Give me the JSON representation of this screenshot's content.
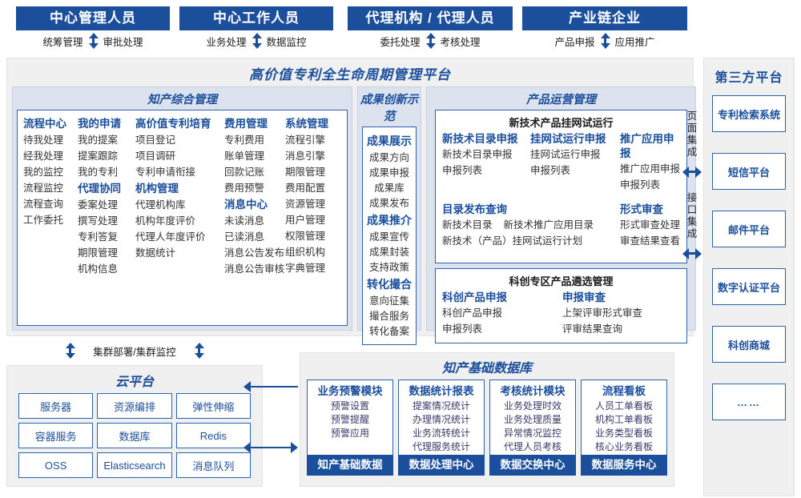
{
  "roles": [
    {
      "title": "中心管理人员",
      "left": "统筹管理",
      "right": "审批处理"
    },
    {
      "title": "中心工作人员",
      "left": "业务处理",
      "right": "数据监控"
    },
    {
      "title": "代理机构 / 代理人员",
      "left": "委托处理",
      "right": "考核处理"
    },
    {
      "title": "产业链企业",
      "left": "产品申报",
      "right": "应用推广"
    }
  ],
  "platform": {
    "title": "高价值专利全生命周期管理平台",
    "sections": {
      "ip_management": {
        "title": "知产综合管理",
        "columns": [
          {
            "groups": [
              {
                "head": "流程中心",
                "items": [
                  "待我处理",
                  "经我处理",
                  "我的监控",
                  "流程监控",
                  "流程查询",
                  "工作委托"
                ]
              }
            ]
          },
          {
            "groups": [
              {
                "head": "我的申请",
                "items": [
                  "我的提案",
                  "提案跟踪",
                  "我的专利"
                ]
              },
              {
                "head": "代理协同",
                "items": [
                  "委案处理",
                  "撰写处理",
                  "专利答复",
                  "期限管理",
                  "机构信息"
                ]
              }
            ]
          },
          {
            "groups": [
              {
                "head": "高价值专利培育",
                "items": [
                  "项目登记",
                  "项目调研",
                  "专利申请衔接"
                ]
              },
              {
                "head": "机构管理",
                "items": [
                  "代理机构库",
                  "机构年度评价",
                  "代理人年度评价",
                  "数据统计"
                ]
              }
            ]
          },
          {
            "groups": [
              {
                "head": "费用管理",
                "items": [
                  "专利费用",
                  "账单管理",
                  "回款记账",
                  "费用预警"
                ]
              },
              {
                "head": "消息中心",
                "items": [
                  "未读消息",
                  "已读消息",
                  "消息公告发布",
                  "消息公告审核"
                ]
              }
            ]
          },
          {
            "groups": [
              {
                "head": "系统管理",
                "items": [
                  "流程引擎",
                  "消息引擎",
                  "期限管理",
                  "费用配置",
                  "资源管理",
                  "用户管理",
                  "权限管理",
                  "组织机构",
                  "字典管理"
                ]
              }
            ]
          }
        ]
      },
      "achievement": {
        "title": "成果创新示范",
        "groups": [
          {
            "head": "成果展示",
            "items": [
              "成果方向",
              "成果申报",
              "成果库",
              "成果发布"
            ]
          },
          {
            "head": "成果推介",
            "items": [
              "成果宣传",
              "成果封装",
              "支持政策"
            ]
          },
          {
            "head": "转化撮合",
            "items": [
              "意向征集",
              "撮合服务",
              "转化备案"
            ]
          }
        ]
      },
      "product_ops": {
        "title": "产品运营管理",
        "boxes": [
          {
            "subtitle": "新技术产品挂网试运行",
            "cols": [
              {
                "head": "新技术目录申报",
                "items": [
                  "新技术目录申报",
                  "申报列表"
                ]
              },
              {
                "head": "挂网试运行申报",
                "items": [
                  "挂网试运行申报",
                  "申报列表"
                ]
              },
              {
                "head": "推广应用申报",
                "items": [
                  "推广应用申报",
                  "申报列表"
                ]
              }
            ],
            "wide": {
              "left": {
                "head": "目录发布查询",
                "row1": [
                  "新技术目录",
                  "新技术推广应用目录"
                ],
                "row2": "新技术（产品）挂网试运行计划"
              },
              "right": {
                "head": "形式审查",
                "items": [
                  "形式审查处理",
                  "审查结果查看"
                ]
              }
            }
          },
          {
            "subtitle": "科创专区产品遴选管理",
            "cols2": [
              {
                "head": "科创产品申报",
                "items": [
                  "科创产品申报",
                  "申报列表"
                ]
              },
              {
                "head": "申报审查",
                "items": [
                  "上架评审形式审查",
                  "评审结果查询"
                ]
              }
            ]
          }
        ]
      }
    }
  },
  "integration": {
    "page_label": "页面集成",
    "api_label": "接口集成"
  },
  "third_party": {
    "title": "第三方平台",
    "items": [
      "专利检索系统",
      "短信平台",
      "邮件平台",
      "数字认证平台",
      "科创商城",
      "……"
    ]
  },
  "cluster": {
    "label": "集群部署/集群监控"
  },
  "cloud": {
    "title": "云平台",
    "cells": [
      "服务器",
      "资源编排",
      "弹性伸缩",
      "容器服务",
      "数据库",
      "Redis",
      "OSS",
      "Elasticsearch",
      "消息队列"
    ]
  },
  "database": {
    "title": "知产基础数据库",
    "columns": [
      {
        "head": "业务预警模块",
        "items": [
          "预警设置",
          "预警提醒",
          "预警应用"
        ],
        "foot": "知产基础数据"
      },
      {
        "head": "数据统计报表",
        "items": [
          "提案情况统计",
          "办理情况统计",
          "业务流转统计",
          "代理服务统计"
        ],
        "foot": "数据处理中心"
      },
      {
        "head": "考核统计模块",
        "items": [
          "业务处理时效",
          "业务处理质量",
          "异常情况监控",
          "代理人员考核"
        ],
        "foot": "数据交换中心"
      },
      {
        "head": "流程看板",
        "items": [
          "人员工单看板",
          "机构工单看板",
          "业务类型看板",
          "核心业务看板"
        ],
        "foot": "数据服务中心"
      }
    ]
  },
  "colors": {
    "brand": "#1b4f9c",
    "border": "#2d63ae",
    "panel": "#f0f0f0",
    "section": "#dde2ef"
  }
}
